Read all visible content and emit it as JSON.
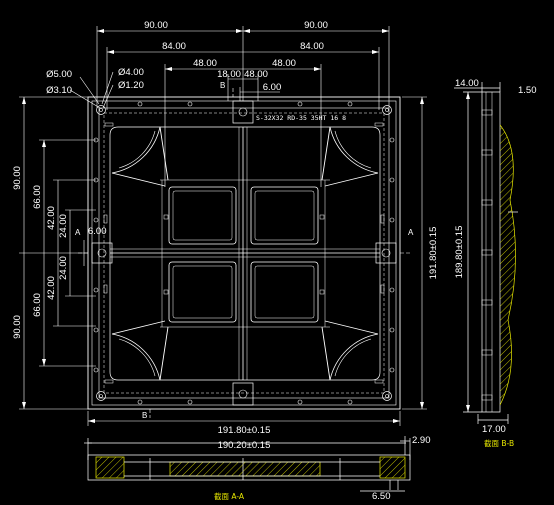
{
  "drawing": {
    "top_dims": {
      "left_90": "90.00",
      "right_90": "90.00",
      "left_84": "84.00",
      "right_84": "84.00",
      "left_48": "48.00",
      "right_48": "48.00",
      "mid_18": "18.00",
      "mid_48": "48.00",
      "mid_6": "6.00"
    },
    "hole_dims": {
      "d5": "Ø5.00",
      "d4": "Ø4.00",
      "d31": "Ø3.10",
      "d12": "Ø1.20"
    },
    "left_dims": {
      "upper_90": "90.00",
      "upper_66": "66.00",
      "upper_42": "42.00",
      "upper_24": "24.00",
      "mid_6": "6.00",
      "lower_42": "42.00",
      "lower_24": "24.00",
      "lower_66": "66.00",
      "lower_90": "90.00"
    },
    "bottom_dims": {
      "width_front": "191.80±0.15",
      "width_section": "190.20±0.15",
      "step_29": "2.90",
      "step_65": "6.50"
    },
    "right_dims": {
      "height_front": "191.80±0.15",
      "height_side": "189.80±0.15",
      "side_14": "14.00",
      "side_15": "1.50",
      "side_17": "17.00"
    },
    "section_marks": {
      "a": "A",
      "b": "B"
    },
    "part_note": "S-32X32 RD-35 35HT 16 8",
    "section_labels": {
      "aa": "截面  A-A",
      "bb": "截面  B-B"
    }
  },
  "colors": {
    "background": "#000000",
    "outline": "#ffffff",
    "dimension": "#ffffff",
    "hatch": "#e8e800",
    "section_title": "#e8e800"
  }
}
